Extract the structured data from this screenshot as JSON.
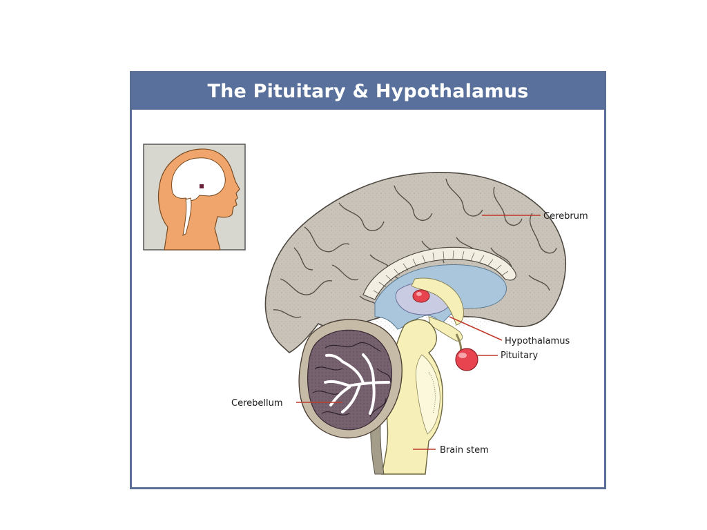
{
  "figure": {
    "title": "The Pituitary & Hypothalamus"
  },
  "labels": {
    "cerebrum": "Cerebrum",
    "hypothalamus": "Hypothalamus",
    "pituitary": "Pituitary",
    "cerebellum": "Cerebellum",
    "brain_stem": "Brain stem"
  },
  "colors": {
    "title_bar": "#58709b",
    "border": "#5a6e96",
    "brain_gray": "#c9c3b9",
    "cerebellum_purple": "#76616f",
    "ventricle_blue": "#a9c6dc",
    "brainstem_yellow": "#f6f0b8",
    "gland_red": "#e8444f",
    "leader_red": "#c0392b",
    "head_orange": "#efa56b"
  }
}
